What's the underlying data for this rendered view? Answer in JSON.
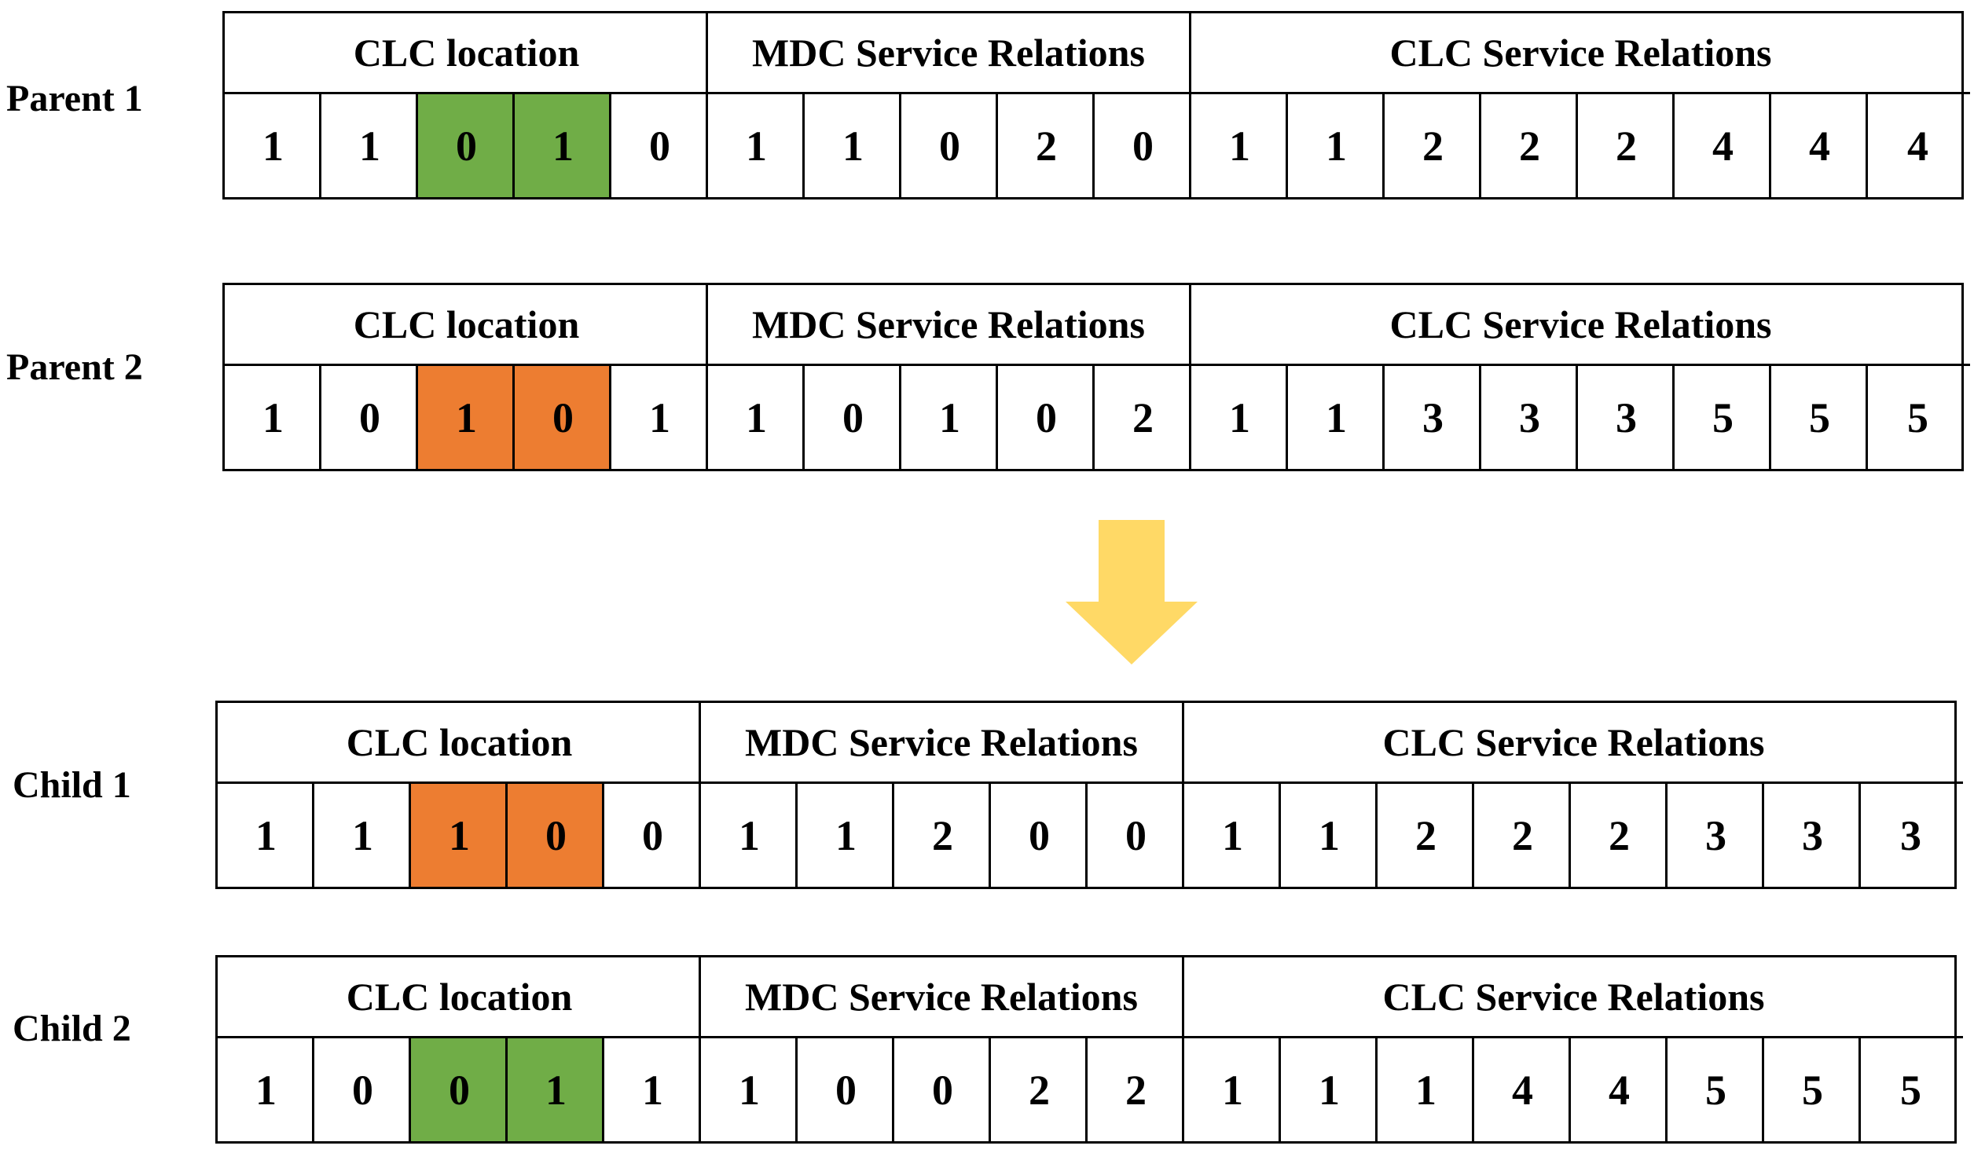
{
  "colors": {
    "green": "#70ad47",
    "orange": "#ed7d31",
    "arrow": "#ffd966",
    "border": "#000000"
  },
  "segments": [
    "CLC location",
    "MDC Service Relations",
    "CLC Service Relations"
  ],
  "rows": [
    {
      "label": "Parent 1",
      "genes": [
        "1",
        "1",
        "0",
        "1",
        "0",
        "1",
        "1",
        "0",
        "2",
        "0",
        "1",
        "1",
        "2",
        "2",
        "2",
        "4",
        "4",
        "4"
      ],
      "highlight": "green"
    },
    {
      "label": "Parent 2",
      "genes": [
        "1",
        "0",
        "1",
        "0",
        "1",
        "1",
        "0",
        "1",
        "0",
        "2",
        "1",
        "1",
        "3",
        "3",
        "3",
        "5",
        "5",
        "5"
      ],
      "highlight": "orange"
    },
    {
      "label": "Child 1",
      "genes": [
        "1",
        "1",
        "1",
        "0",
        "0",
        "1",
        "1",
        "2",
        "0",
        "0",
        "1",
        "1",
        "2",
        "2",
        "2",
        "3",
        "3",
        "3"
      ],
      "highlight": "orange"
    },
    {
      "label": "Child 2",
      "genes": [
        "1",
        "0",
        "0",
        "1",
        "1",
        "1",
        "0",
        "0",
        "2",
        "2",
        "1",
        "1",
        "1",
        "4",
        "4",
        "5",
        "5",
        "5"
      ],
      "highlight": "green"
    }
  ],
  "arrow_icon": "down-arrow-icon"
}
